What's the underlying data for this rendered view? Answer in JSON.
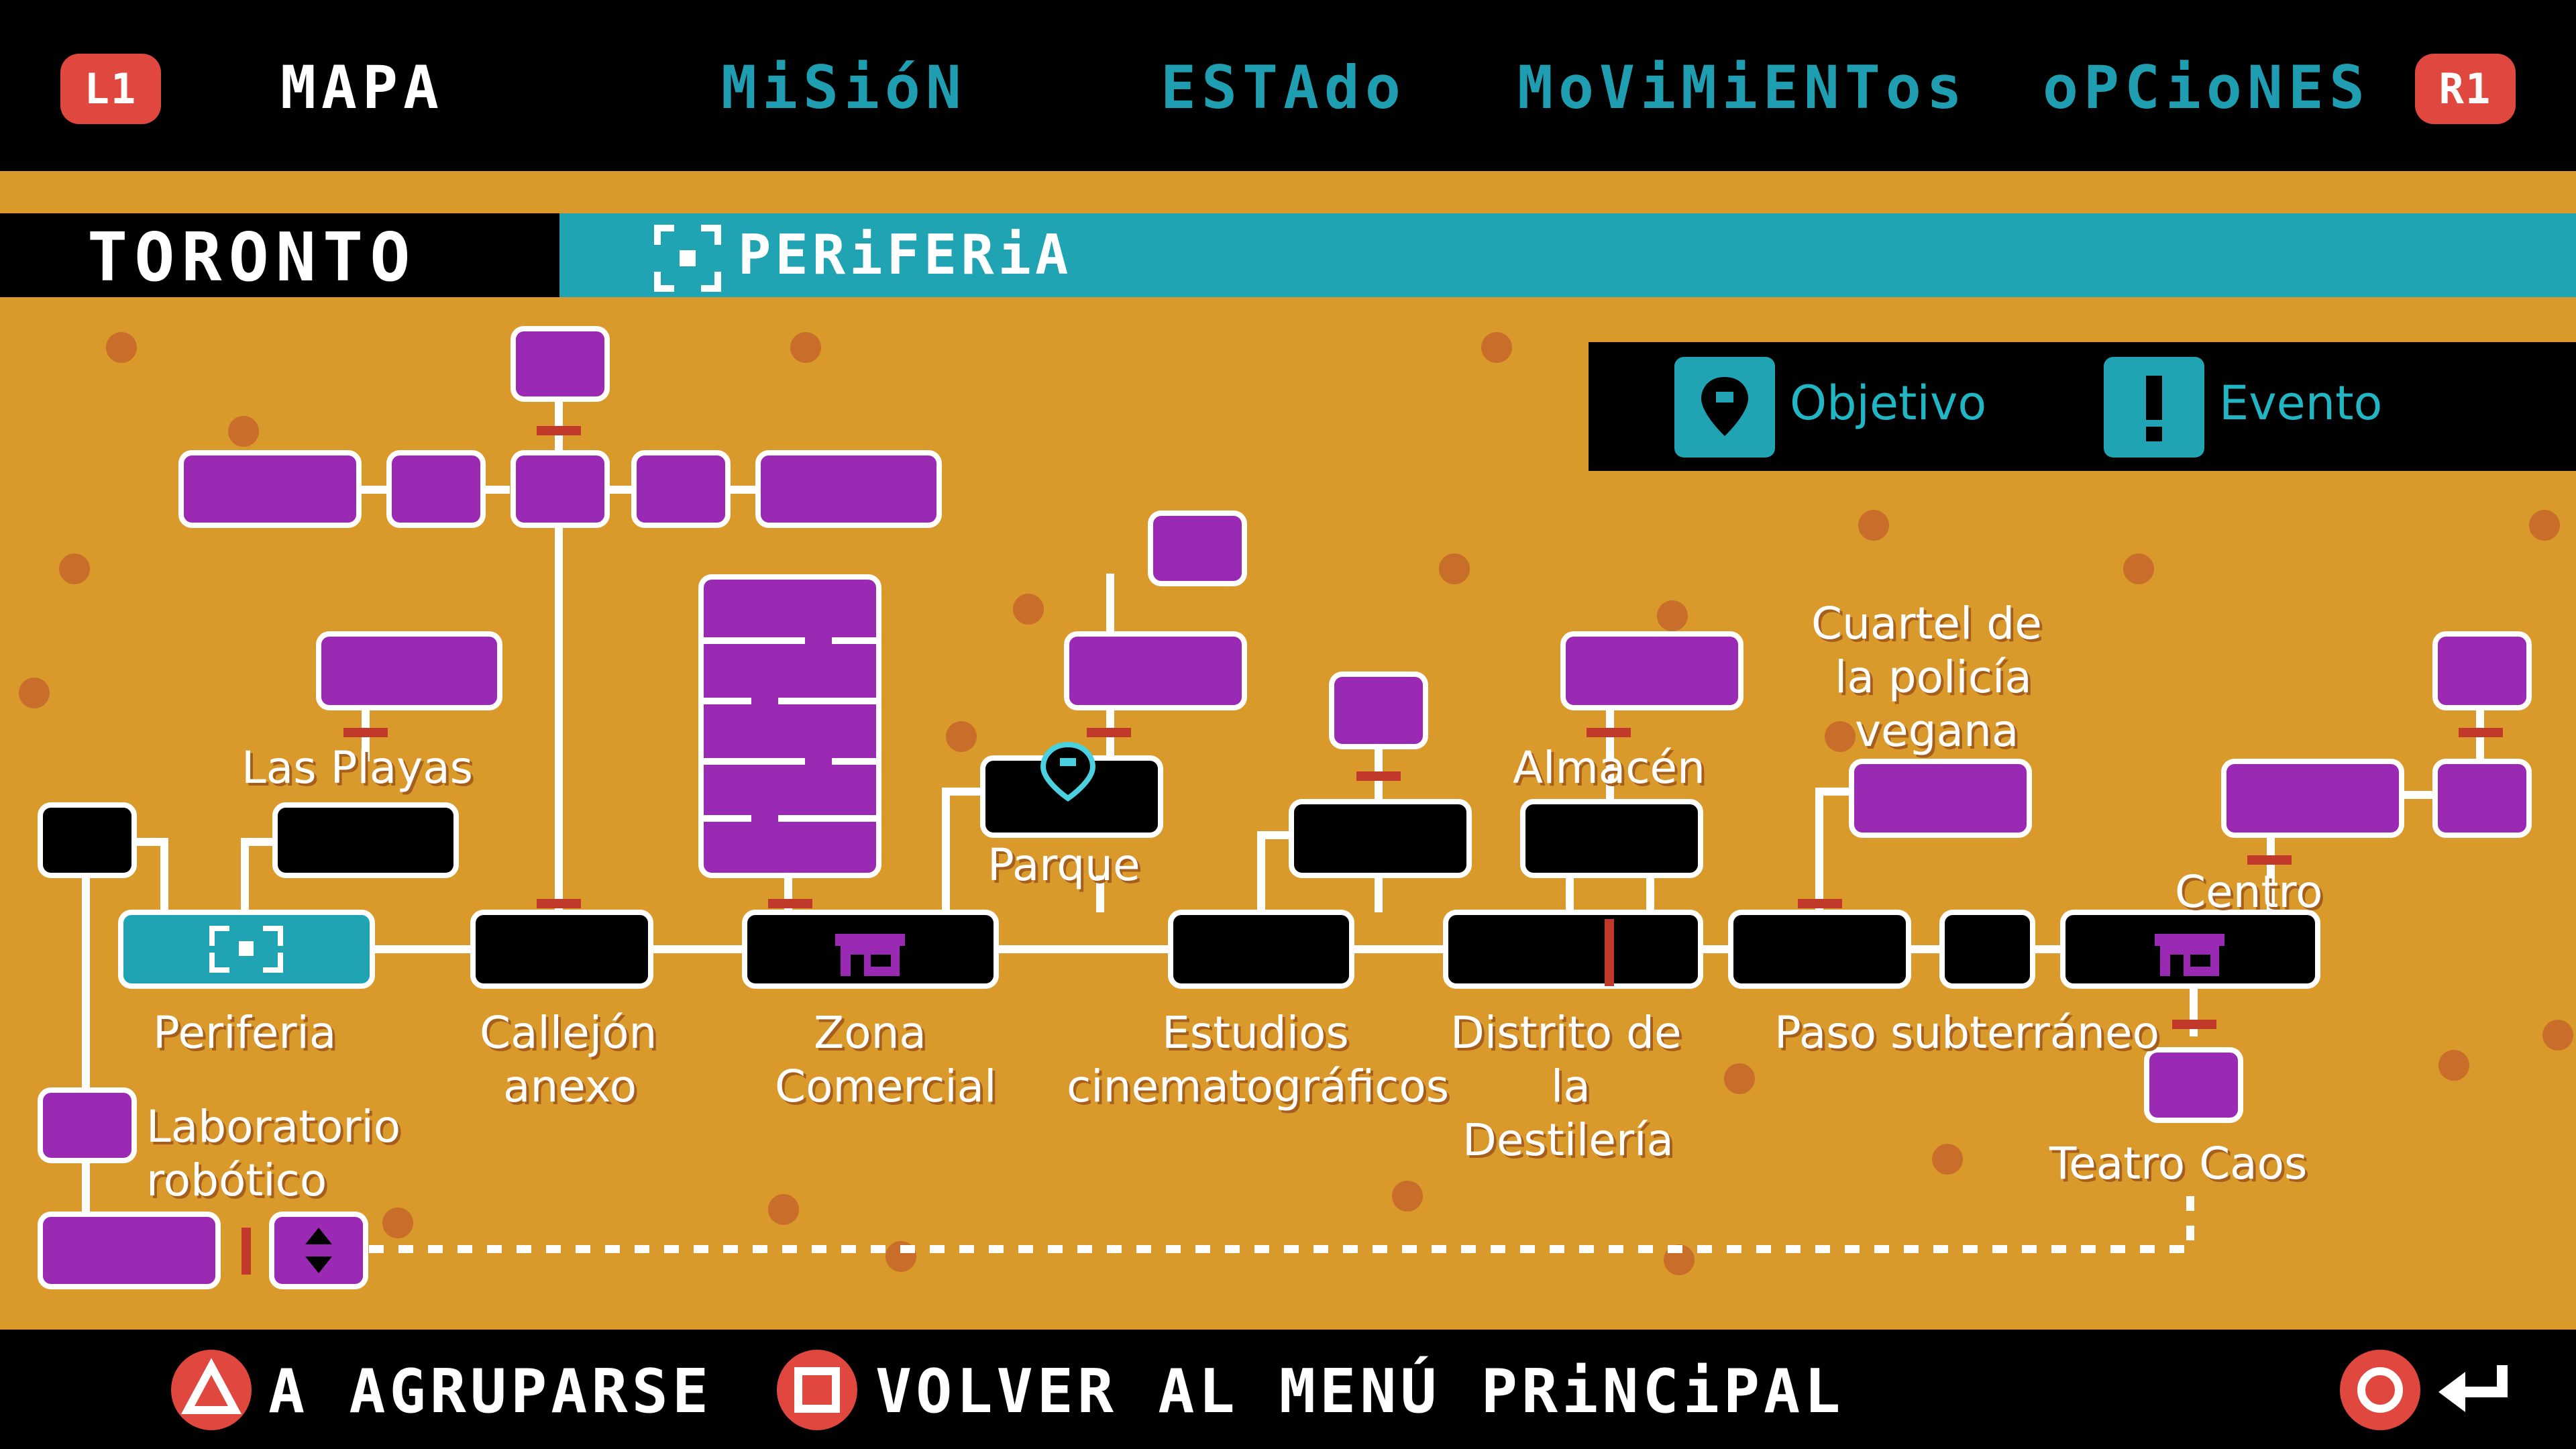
{
  "top_nav": {
    "left_shoulder": "L1",
    "right_shoulder": "R1",
    "tabs": [
      {
        "label": "MAPA",
        "active": true
      },
      {
        "label": "MiSióN",
        "active": false
      },
      {
        "label": "ESTAdo",
        "active": false
      },
      {
        "label": "MoViMiENTos",
        "active": false
      },
      {
        "label": "oPCioNES",
        "active": false
      }
    ]
  },
  "location": {
    "city": "TORONTO",
    "zone": "PERiFERiA"
  },
  "legend": {
    "objective_label": "Objetivo",
    "event_label": "Evento"
  },
  "map_labels": {
    "las_playas": "Las Playas",
    "parque": "Parque",
    "almacen": "Almacén",
    "cuartel_1": "Cuartel de",
    "cuartel_2": "la policía",
    "cuartel_3": "vegana",
    "centro": "Centro",
    "periferia": "Periferia",
    "callejon_1": "Callejón",
    "callejon_2": "anexo",
    "zona_1": "Zona",
    "zona_2": "Comercial",
    "estudios_1": "Estudios",
    "estudios_2": "cinematográficos",
    "distrito_1": "Distrito de",
    "distrito_2": "la",
    "distrito_3": "Destilería",
    "paso": "Paso subterráneo",
    "laboratorio_1": "Laboratorio",
    "laboratorio_2": "robótico",
    "teatro": "Teatro Caos"
  },
  "bottom_bar": {
    "regroup_label": "A AGRUPARSE",
    "back_label": "VOLVER AL MENÚ PRiNCiPAL"
  },
  "colors": {
    "background": "#d99a2b",
    "dots": "#c86e2a",
    "room_purple": "#9a2ab4",
    "current_teal": "#20a3b2",
    "accent_red": "#e0473f",
    "tab_inactive": "#1e9eb0"
  }
}
